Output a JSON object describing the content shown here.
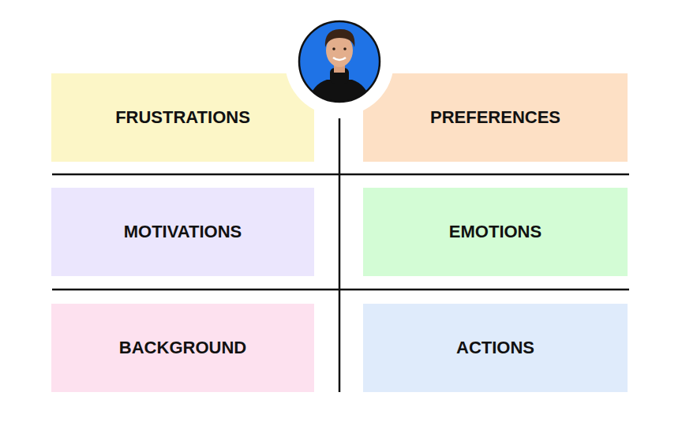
{
  "diagram": {
    "nodes": [
      {
        "text": [
          "FRUSTRATIONS"
        ]
      },
      {
        "text": [
          "PREFERENCES"
        ]
      },
      {
        "text": [
          "MOTIVATIONS"
        ]
      },
      {
        "text": [
          "EMOTIONS"
        ]
      },
      {
        "text": [
          "BACKGROUND"
        ]
      },
      {
        "text": [
          "ACTIONS"
        ]
      }
    ]
  }
}
